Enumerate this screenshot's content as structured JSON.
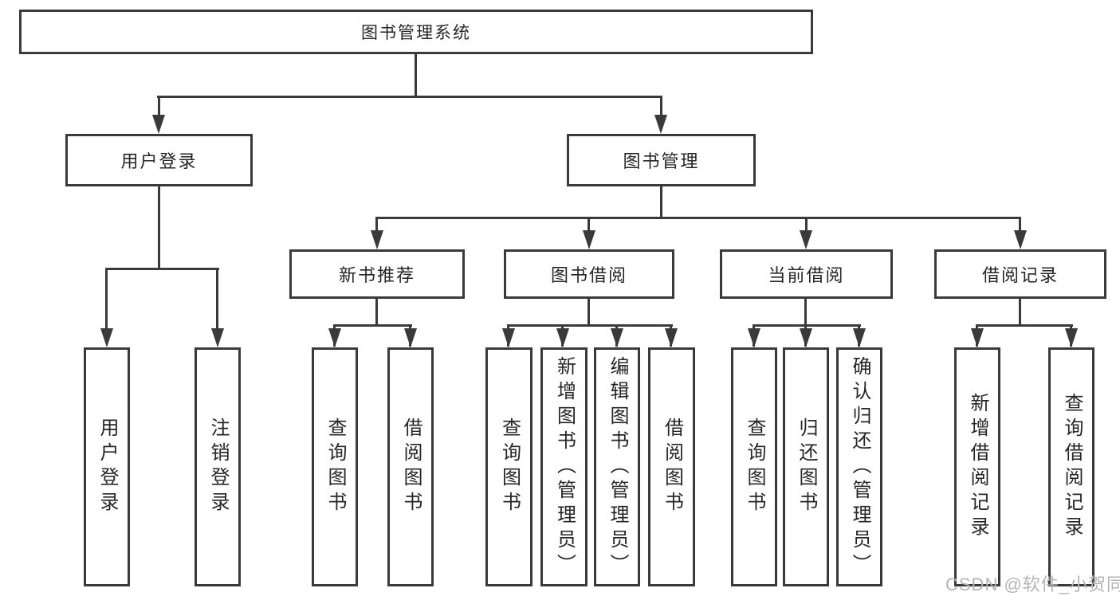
{
  "colors": {
    "line": "#3a3a3a",
    "text": "#262626",
    "watermark": "#b4b4b4",
    "background": "#ffffff"
  },
  "watermark": "CSDN @软件_小贺同学",
  "diagram": {
    "root": "图书管理系统",
    "children": [
      {
        "label": "用户登录",
        "children": [
          {
            "label": "用户登录"
          },
          {
            "label": "注销登录"
          }
        ]
      },
      {
        "label": "图书管理",
        "children": [
          {
            "label": "新书推荐",
            "children": [
              {
                "label": "查询图书"
              },
              {
                "label": "借阅图书"
              }
            ]
          },
          {
            "label": "图书借阅",
            "children": [
              {
                "label": "查询图书"
              },
              {
                "label": "新增图书（管理员）"
              },
              {
                "label": "编辑图书（管理员）"
              },
              {
                "label": "借阅图书"
              }
            ]
          },
          {
            "label": "当前借阅",
            "children": [
              {
                "label": "查询图书"
              },
              {
                "label": "归还图书"
              },
              {
                "label": "确认归还（管理员）"
              }
            ]
          },
          {
            "label": "借阅记录",
            "children": [
              {
                "label": "新增借阅记录"
              },
              {
                "label": "查询借阅记录"
              }
            ]
          }
        ]
      }
    ]
  }
}
